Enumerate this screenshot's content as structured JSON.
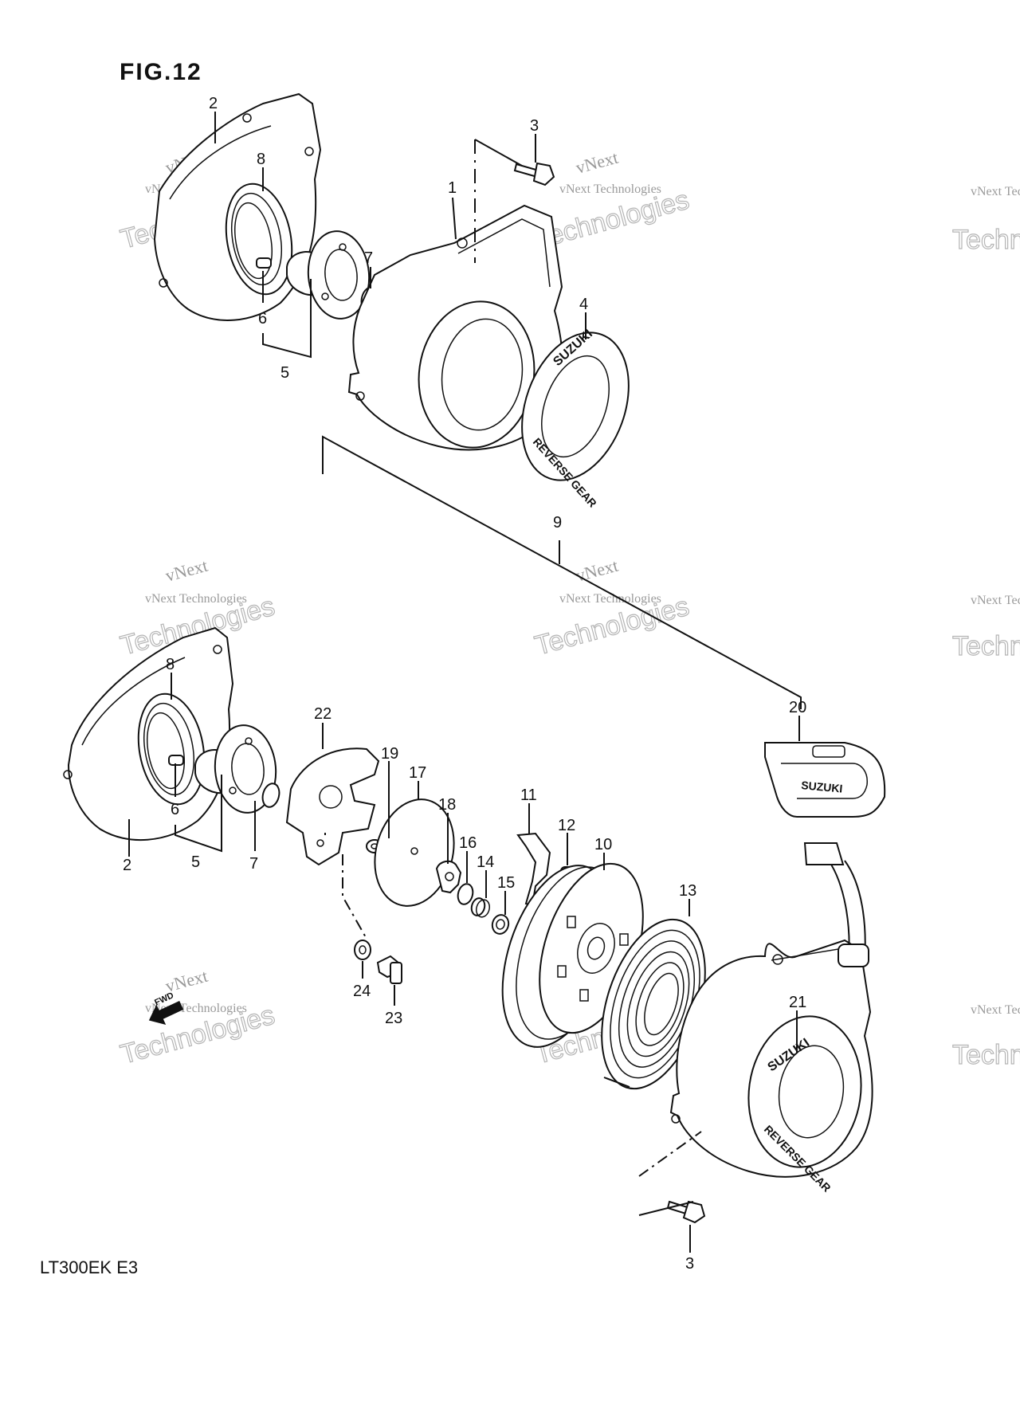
{
  "figure_title": "FIG.12",
  "model_code": "LT300EK  E3",
  "watermark": {
    "line1": "vNext",
    "line2": "vNext Technologies",
    "line3": "Technologies"
  },
  "emblem": {
    "brand": "SUZUKI",
    "text": "REVERSE GEAR"
  },
  "fwd_label": "FWD",
  "callouts": {
    "top": {
      "c1": "1",
      "c2": "2",
      "c3": "3",
      "c4": "4",
      "c5": "5",
      "c6": "6",
      "c7": "7",
      "c8": "8"
    },
    "assembly": "9",
    "bottom": {
      "c2": "2",
      "c3": "3",
      "c5": "5",
      "c6": "6",
      "c7": "7",
      "c8": "8",
      "c10": "10",
      "c11": "11",
      "c12": "12",
      "c13": "13",
      "c14": "14",
      "c15": "15",
      "c16": "16",
      "c17": "17",
      "c18": "18",
      "c19": "19",
      "c20": "20",
      "c21": "21",
      "c22": "22",
      "c23": "23",
      "c24": "24"
    }
  }
}
